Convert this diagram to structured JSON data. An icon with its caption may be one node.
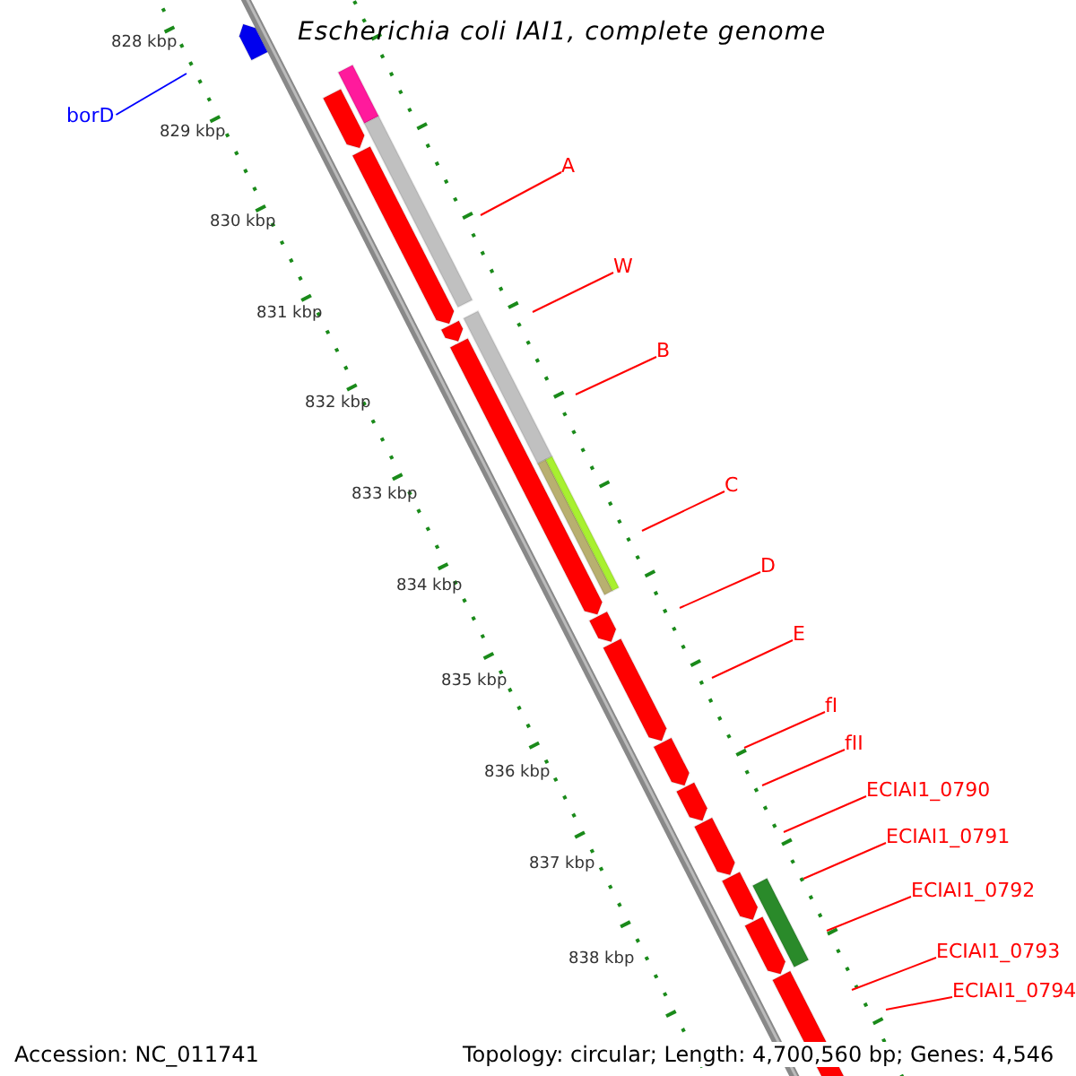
{
  "diagram": {
    "title": "Escherichia coli IAI1, complete genome",
    "nodes": [
      {
        "text": [
          "borD"
        ]
      },
      {
        "text": [
          "A"
        ]
      },
      {
        "text": [
          "W"
        ]
      },
      {
        "text": [
          "B"
        ]
      },
      {
        "text": [
          "C"
        ]
      },
      {
        "text": [
          "D"
        ]
      },
      {
        "text": [
          "E"
        ]
      },
      {
        "text": [
          "fI"
        ]
      },
      {
        "text": [
          "fII"
        ]
      },
      {
        "text": [
          "ECIAI1_0790"
        ]
      },
      {
        "text": [
          "ECIAI1_0791"
        ]
      },
      {
        "text": [
          "ECIAI1_0792"
        ]
      },
      {
        "text": [
          "ECIAI1_0793"
        ]
      },
      {
        "text": [
          "ECIAI1_0794"
        ]
      }
    ],
    "edges": [
      {
        "from": 0,
        "to": null,
        "arrow": "none",
        "color": "#0000ff"
      },
      {
        "from": 1,
        "to": null,
        "arrow": "none"
      },
      {
        "from": 2,
        "to": null,
        "arrow": "none"
      },
      {
        "from": 3,
        "to": null,
        "arrow": "none"
      },
      {
        "from": 4,
        "to": null,
        "arrow": "none"
      },
      {
        "from": 5,
        "to": null,
        "arrow": "none"
      },
      {
        "from": 6,
        "to": null,
        "arrow": "none"
      },
      {
        "from": 7,
        "to": null,
        "arrow": "none"
      },
      {
        "from": 8,
        "to": null,
        "arrow": "none"
      },
      {
        "from": 9,
        "to": null,
        "arrow": "none"
      },
      {
        "from": 10,
        "to": null,
        "arrow": "none"
      },
      {
        "from": 11,
        "to": null,
        "arrow": "none"
      },
      {
        "from": 12,
        "to": null,
        "arrow": "none"
      },
      {
        "from": 13,
        "to": null,
        "arrow": "none"
      }
    ],
    "labels": [
      "828 kbp",
      "829 kbp",
      "830 kbp",
      "831 kbp",
      "832 kbp",
      "833 kbp",
      "834 kbp",
      "835 kbp",
      "836 kbp",
      "837 kbp",
      "838 kbp",
      "Accession: NC_011741",
      "Topology: circular; Length: 4,700,560 bp; Genes: 4,546"
    ]
  }
}
